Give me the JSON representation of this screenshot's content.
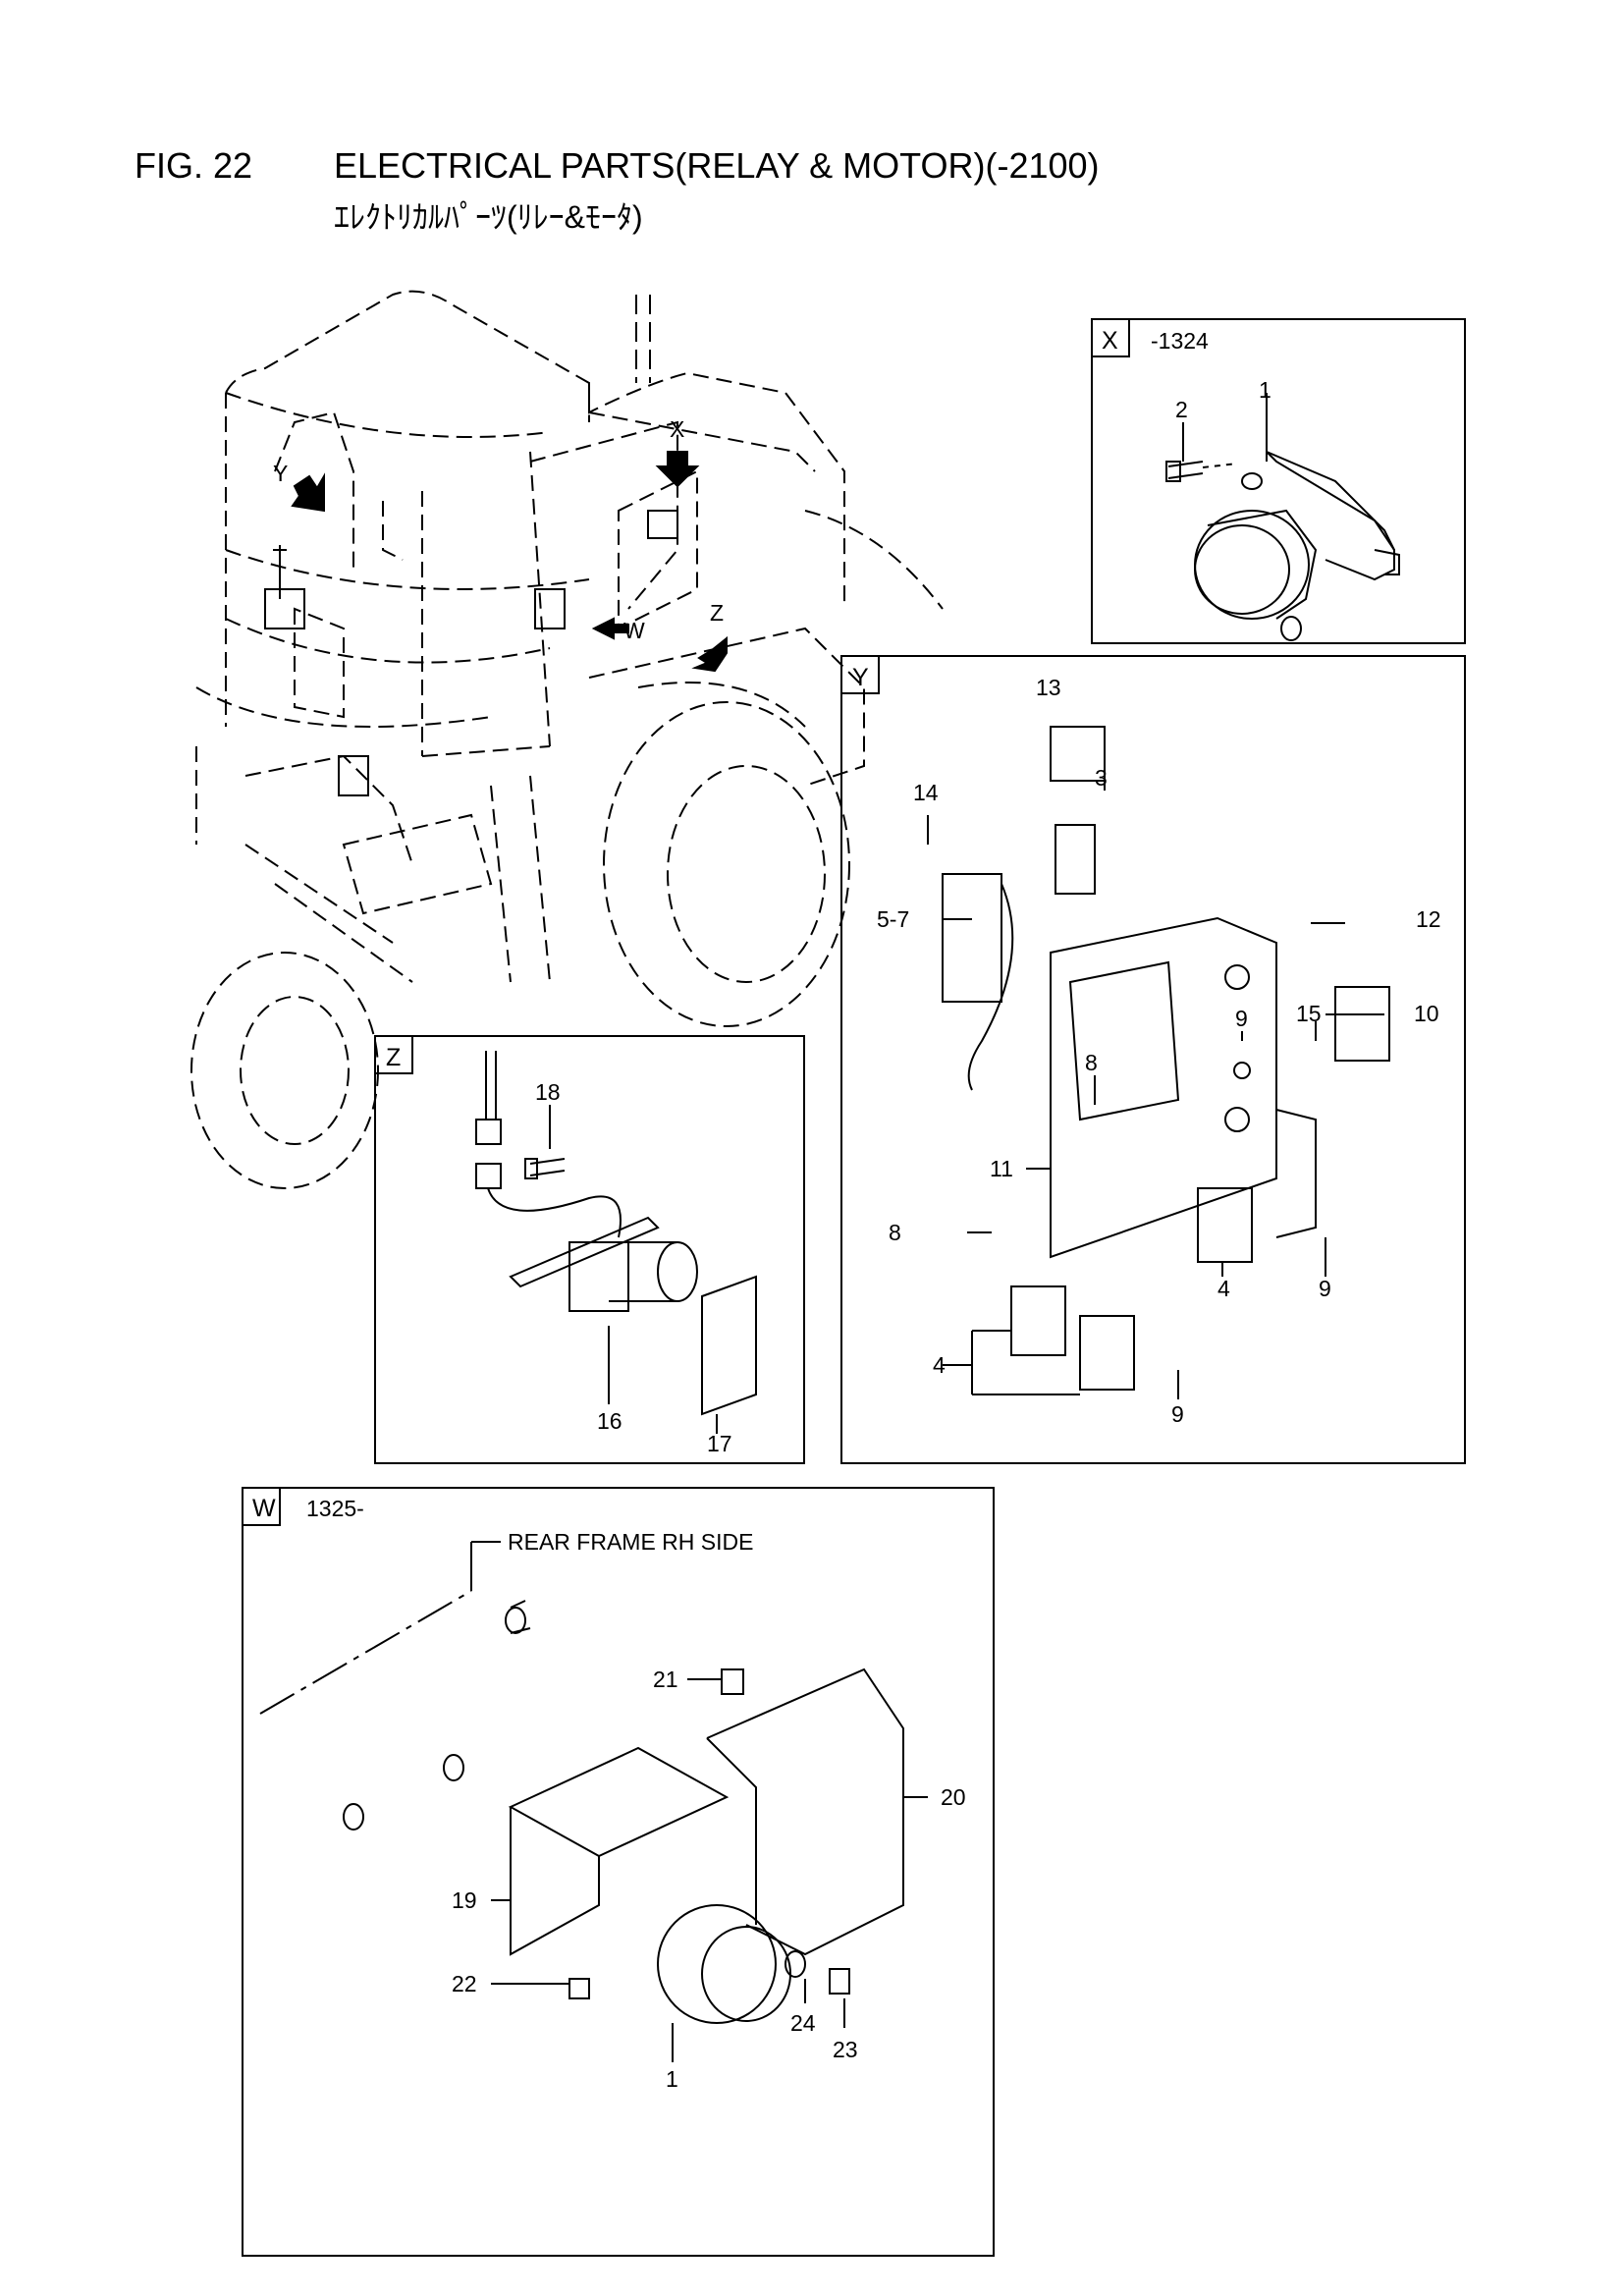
{
  "header": {
    "figure_number": "FIG. 22",
    "title": "ELECTRICAL PARTS(RELAY & MOTOR)(-2100)",
    "subtitle": "ｴﾚｸﾄﾘｶﾙﾊﾟｰﾂ(ﾘﾚｰ&ﾓｰﾀ)"
  },
  "overview": {
    "arrow_labels": [
      "X",
      "Y",
      "W",
      "Z"
    ]
  },
  "detail_x": {
    "tag": "X",
    "serial_range": "-1324",
    "callouts": [
      "2",
      "1"
    ]
  },
  "detail_y": {
    "tag": "Y",
    "callouts": [
      "13",
      "3",
      "14",
      "5-7",
      "12",
      "15",
      "10",
      "9",
      "8",
      "11",
      "8",
      "4",
      "9",
      "4",
      "9"
    ]
  },
  "detail_z": {
    "tag": "Z",
    "callouts": [
      "18",
      "16",
      "17"
    ]
  },
  "detail_w": {
    "tag": "W",
    "serial_range": "1325-",
    "note": "REAR FRAME RH SIDE",
    "callouts": [
      "21",
      "20",
      "19",
      "22",
      "24",
      "23",
      "1"
    ]
  }
}
